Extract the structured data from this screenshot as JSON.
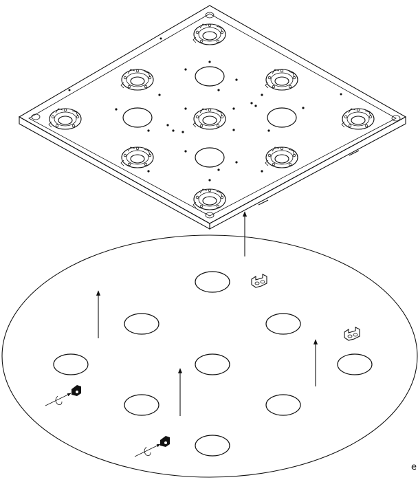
{
  "figure": {
    "description_text": "e",
    "tray_socket_count": 9,
    "tray_hole_count": 4,
    "plate_hole_count": 9,
    "bracket_count": 2,
    "fastener_count": 2,
    "assembly_arrow_count": 4
  }
}
